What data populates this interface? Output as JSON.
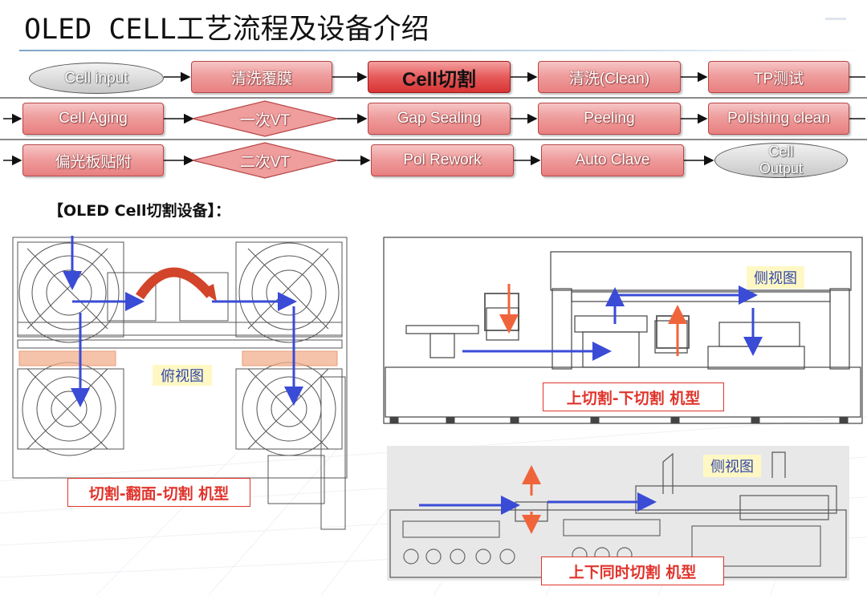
{
  "title": "OLED CELL工艺流程及设备介绍",
  "flow": {
    "row1": [
      "Cell input",
      "清洗覆膜",
      "Cell切割",
      "清洗(Clean)",
      "TP测试"
    ],
    "row2": [
      "Cell Aging",
      "一次VT",
      "Gap Sealing",
      "Peeling",
      "Polishing clean"
    ],
    "row3": [
      "偏光板贴附",
      "二次VT",
      "Pol Rework",
      "Auto Clave"
    ],
    "output": [
      "Cell",
      "Output"
    ]
  },
  "section_title": "【OLED Cell切割设备】：",
  "panels": {
    "left": {
      "view_label": "俯视图",
      "model_label": "切割-翻面-切割 机型"
    },
    "top_right": {
      "view_label": "侧视图",
      "model_label": "上切割-下切割 机型"
    },
    "bottom_right": {
      "view_label": "侧视图",
      "model_label": "上下同时切割 机型"
    }
  },
  "colors": {
    "node_red": "#e88080",
    "highlight_red": "#d83434",
    "label_red": "#e0342c",
    "arrow_blue": "#3a4bd6",
    "arrow_orange": "#f0643c"
  }
}
